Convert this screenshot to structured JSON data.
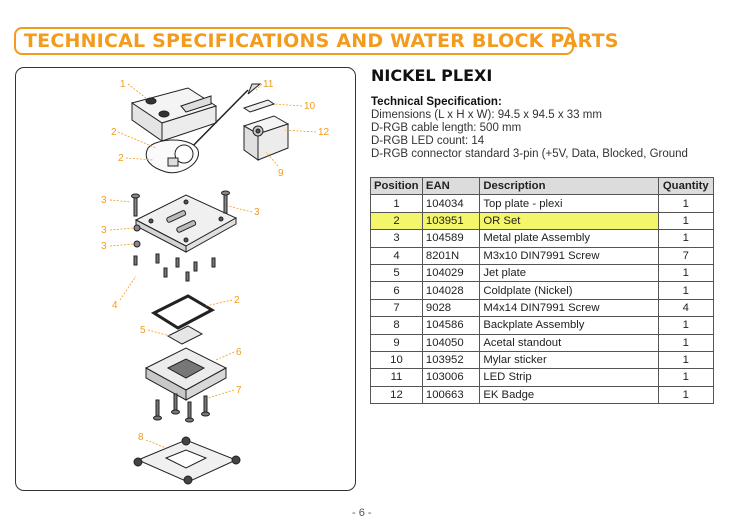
{
  "header": {
    "title": "TECHNICAL SPECIFICATIONS AND WATER BLOCK PARTS"
  },
  "product": {
    "name": "NICKEL PLEXI",
    "spec_heading": "Technical Specification:",
    "specs": [
      "Dimensions (L x H x W): 94.5 x 94.5 x 33 mm",
      "D-RGB cable length: 500 mm",
      "D-RGB LED count: 14",
      "D-RGB connector standard 3-pin (+5V, Data, Blocked, Ground"
    ]
  },
  "table": {
    "headers": {
      "position": "Position",
      "ean": "EAN",
      "description": "Description",
      "quantity": "Quantity"
    },
    "rows": [
      {
        "position": "1",
        "ean": "104034",
        "description": "Top plate - plexi",
        "quantity": "1"
      },
      {
        "position": "2",
        "ean": "103951",
        "description": "OR Set",
        "quantity": "1"
      },
      {
        "position": "3",
        "ean": "104589",
        "description": "Metal plate Assembly",
        "quantity": "1"
      },
      {
        "position": "4",
        "ean": "8201N",
        "description": "M3x10 DIN7991 Screw",
        "quantity": "7"
      },
      {
        "position": "5",
        "ean": "104029",
        "description": "Jet plate",
        "quantity": "1"
      },
      {
        "position": "6",
        "ean": "104028",
        "description": "Coldplate (Nickel)",
        "quantity": "1"
      },
      {
        "position": "7",
        "ean": "9028",
        "description": "M4x14 DIN7991 Screw",
        "quantity": "4"
      },
      {
        "position": "8",
        "ean": "104586",
        "description": "Backplate Assembly",
        "quantity": "1"
      },
      {
        "position": "9",
        "ean": "104050",
        "description": "Acetal standout",
        "quantity": "1"
      },
      {
        "position": "10",
        "ean": "103952",
        "description": "Mylar sticker",
        "quantity": "1"
      },
      {
        "position": "11",
        "ean": "103006",
        "description": "LED Strip",
        "quantity": "1"
      },
      {
        "position": "12",
        "ean": "100663",
        "description": "EK Badge",
        "quantity": "1"
      }
    ],
    "highlight_color": "#f3f56a"
  },
  "diagram": {
    "callouts": [
      "1",
      "11",
      "10",
      "2",
      "12",
      "2",
      "9",
      "3",
      "3",
      "3",
      "3",
      "4",
      "2",
      "5",
      "6",
      "7",
      "8"
    ]
  },
  "footer": {
    "page": "- 6 -"
  },
  "colors": {
    "accent": "#f29b1d"
  }
}
